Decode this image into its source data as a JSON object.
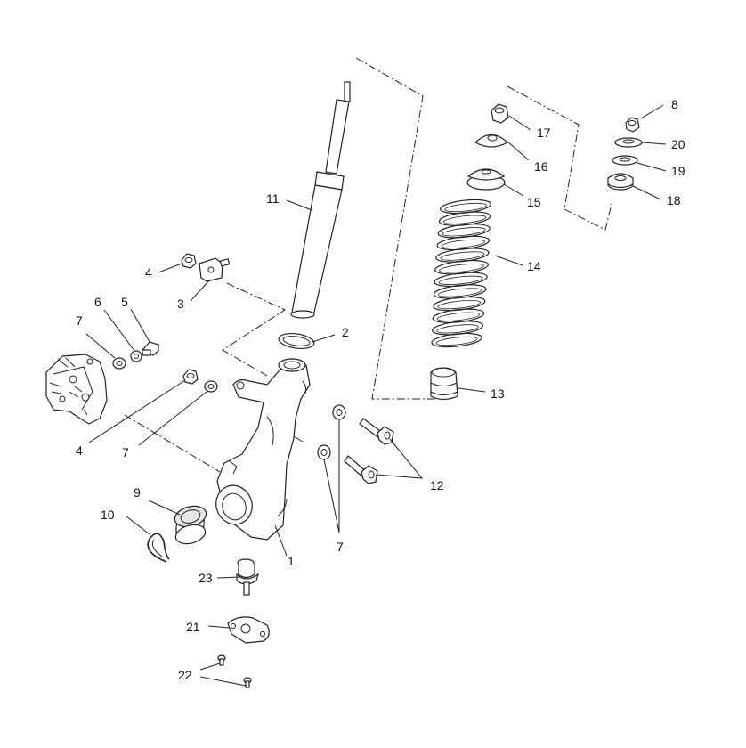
{
  "diagram": {
    "callouts": [
      "1",
      "2",
      "3",
      "4",
      "4",
      "5",
      "6",
      "7",
      "7",
      "7",
      "8",
      "9",
      "10",
      "11",
      "12",
      "13",
      "14",
      "15",
      "16",
      "17",
      "18",
      "19",
      "20",
      "21",
      "22",
      "23"
    ]
  }
}
